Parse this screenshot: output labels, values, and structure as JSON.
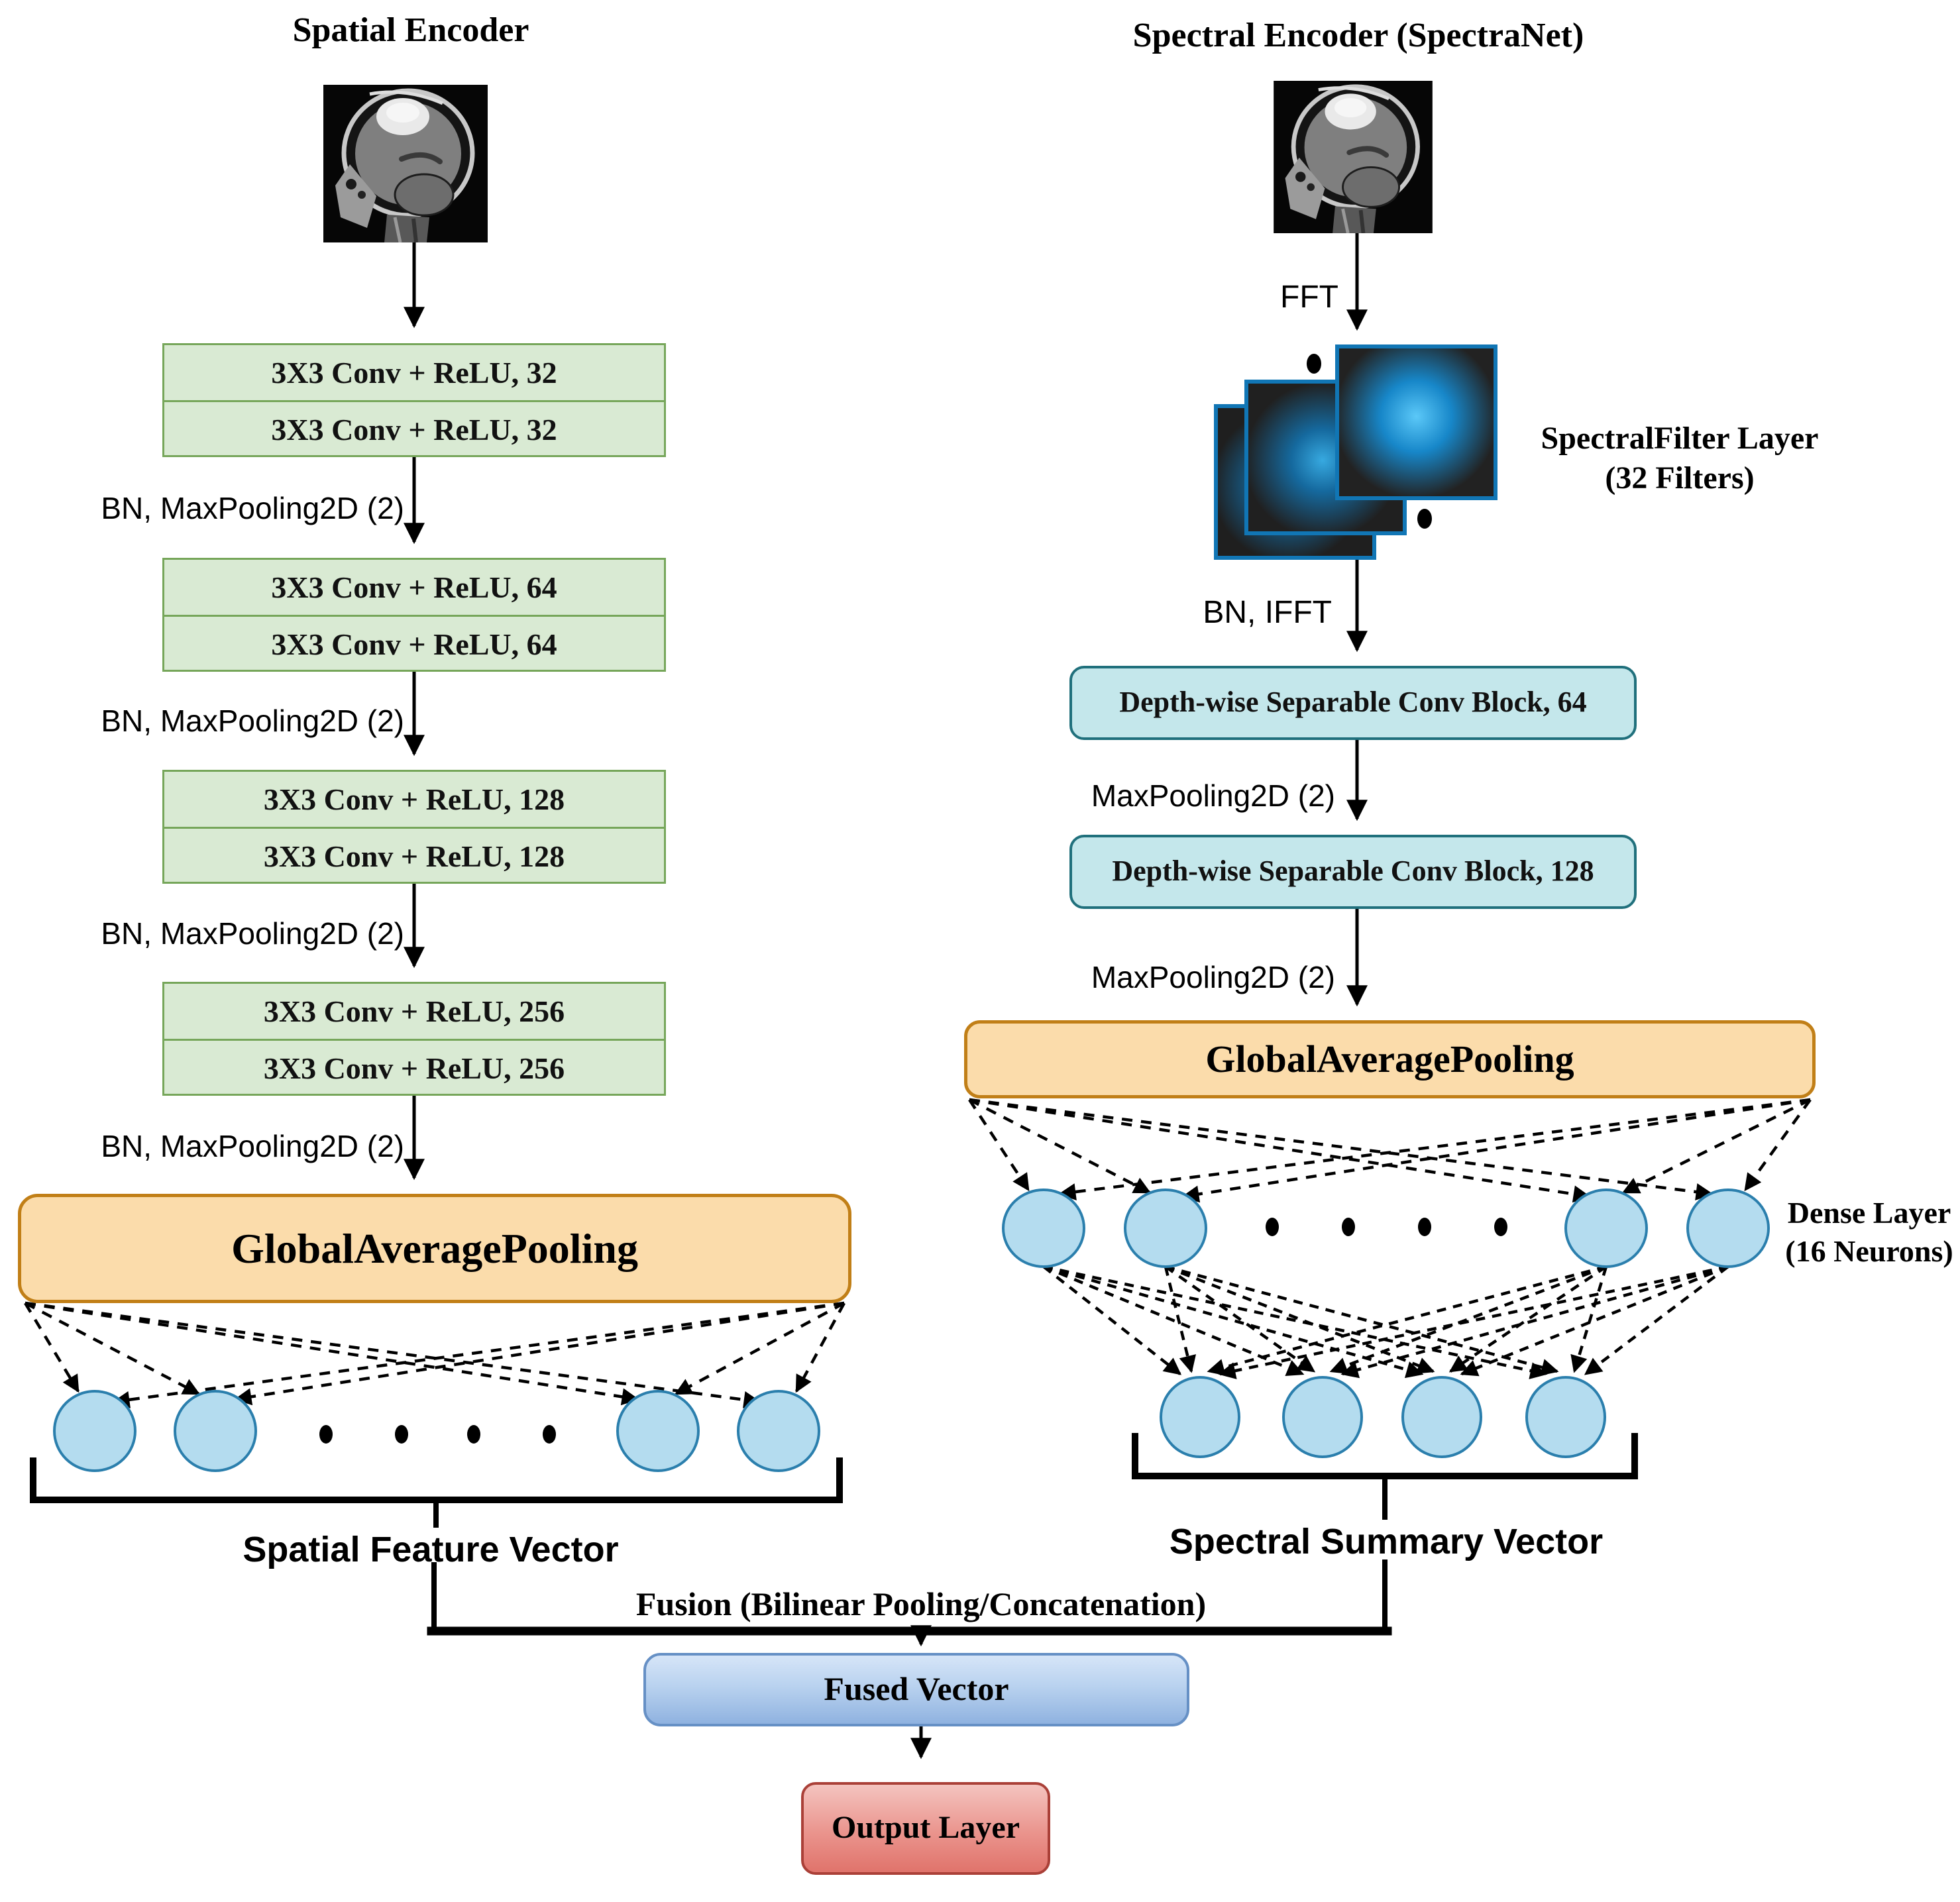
{
  "left": {
    "title": "Spatial Encoder",
    "conv_pairs": [
      {
        "rows": [
          "3X3 Conv + ReLU, 32",
          "3X3 Conv + ReLU, 32"
        ]
      },
      {
        "rows": [
          "3X3 Conv + ReLU, 64",
          "3X3 Conv + ReLU, 64"
        ]
      },
      {
        "rows": [
          "3X3 Conv + ReLU, 128",
          "3X3 Conv + ReLU, 128"
        ]
      },
      {
        "rows": [
          "3X3 Conv + ReLU, 256",
          "3X3 Conv + ReLU, 256"
        ]
      }
    ],
    "pool_labels": [
      "BN, MaxPooling2D (2)",
      "BN, MaxPooling2D (2)",
      "BN, MaxPooling2D (2)",
      "BN, MaxPooling2D (2)"
    ],
    "gap_label": "GlobalAveragePooling",
    "vector_label": "Spatial Feature Vector"
  },
  "right": {
    "title": "Spectral Encoder (SpectraNet)",
    "fft_label": "FFT",
    "filter_label_line1": "SpectralFilter Layer",
    "filter_label_line2": "(32 Filters)",
    "bn_ifft_label": "BN, IFFT",
    "conv_blocks": [
      "Depth-wise Separable Conv Block, 64",
      "Depth-wise Separable Conv Block, 128"
    ],
    "pool_labels": [
      "MaxPooling2D (2)",
      "MaxPooling2D (2)"
    ],
    "gap_label": "GlobalAveragePooling",
    "dense_label_line1": "Dense Layer",
    "dense_label_line2": "(16 Neurons)",
    "vector_label": "Spectral Summary Vector"
  },
  "fusion": {
    "label": "Fusion (Bilinear Pooling/Concatenation)",
    "fused_box_label": "Fused Vector",
    "output_box_label": "Output Layer"
  },
  "colors": {
    "conv_fill": "#d9ead3",
    "conv_border": "#76a65a",
    "teal_fill": "#c4e7eb",
    "teal_border": "#20707c",
    "gap_fill": "#fbdcab",
    "gap_border": "#c17f17",
    "neuron_fill": "#b4dcef",
    "neuron_border": "#2b7fad",
    "filter_border": "#1176b5",
    "fused_fill": "#8fb2e0",
    "fused_border": "#6690c5",
    "output_fill": "#e0736b",
    "output_border": "#aa4038"
  }
}
